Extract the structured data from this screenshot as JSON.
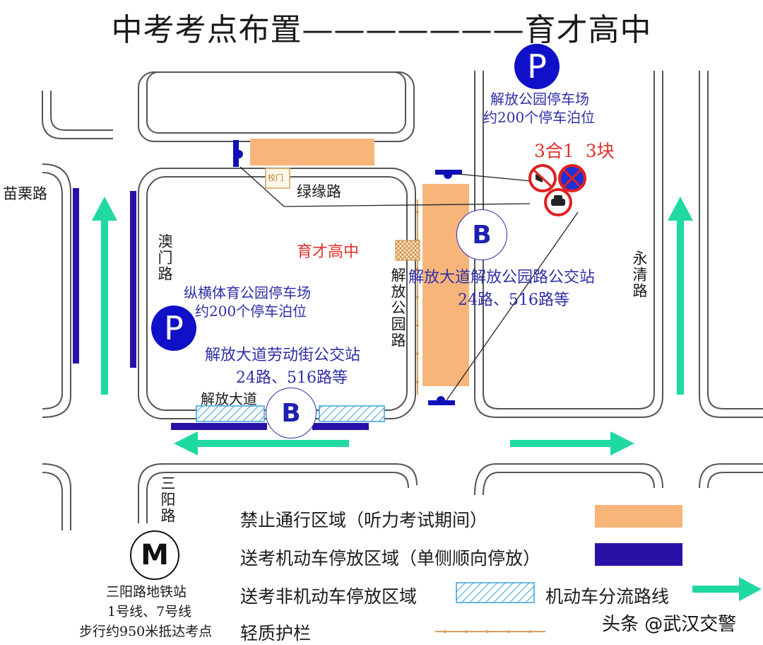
{
  "title": "中考考点布置———————育才高中",
  "colors": {
    "closed_zone": "#f7b57a",
    "motor_parking": "#2b10a8",
    "diversion_arrow": "#1fd9a0",
    "text_blue": "#2f2fa8",
    "text_red": "#e0322c",
    "road_outline": "#555555"
  },
  "roads": {
    "miaoli": "苗栗路",
    "aomen": "澳门路",
    "lvyuan": "绿缘路",
    "jiefang_gongyuan": "解放公园路",
    "yongqing": "永清路",
    "jiefang_dadao": "解放大道",
    "sanyang": "三阳路"
  },
  "school": "育才高中",
  "gate_label": "校门",
  "parking_top": {
    "symbol": "P",
    "line1": "解放公园停车场",
    "line2": "约200个停车泊位"
  },
  "parking_left": {
    "symbol": "P",
    "line1": "纵横体育公园停车场",
    "line2": "约200个停车泊位"
  },
  "bus_right": {
    "symbol": "B",
    "line1": "解放大道解放公园路公交站",
    "line2": "24路、516路等"
  },
  "bus_left": {
    "symbol": "B",
    "line1": "解放大道劳动街公交站",
    "line2": "24路、516路等"
  },
  "sign_note": "3合1  3块",
  "sign_icons": [
    "no-horn-icon",
    "no-parking-icon",
    "no-car-icon"
  ],
  "metro": {
    "symbol": "M",
    "line1": "三阳路地铁站",
    "line2": "1号线、7号线",
    "line3": "步行约950米抵达考点"
  },
  "legend": {
    "closed_zone": "禁止通行区域（听力考试期间）",
    "motor_parking": "送考机动车停放区域（单侧顺向停放）",
    "nonmotor_parking": "送考非机动车停放区域",
    "diversion": "机动车分流路线",
    "guardrail": "轻质护栏"
  },
  "watermark": "头条 @武汉交警"
}
